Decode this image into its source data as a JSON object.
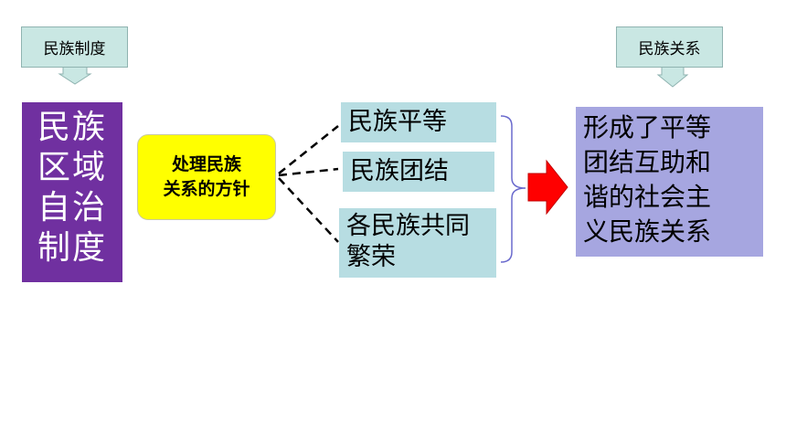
{
  "callouts": {
    "left": "民族制度",
    "right": "民族关系"
  },
  "purple_box": {
    "lines": [
      "民族",
      "区域",
      "自治",
      "制度"
    ]
  },
  "policy_box": {
    "lines": [
      "处理民族",
      "关系的方针"
    ]
  },
  "principles": [
    {
      "lines": [
        "民族平等"
      ]
    },
    {
      "lines": [
        "民族团结"
      ]
    },
    {
      "lines": [
        "各民族共同",
        "繁荣"
      ]
    }
  ],
  "result_box": {
    "lines": [
      "形成了平等",
      "团结互助和",
      "谐的社会主",
      "义民族关系"
    ]
  },
  "colors": {
    "purple": "#7030a0",
    "yellow": "#ffff00",
    "teal": "#b7dde2",
    "lavender": "#a6a6e0",
    "arrow": "#ff0000"
  }
}
